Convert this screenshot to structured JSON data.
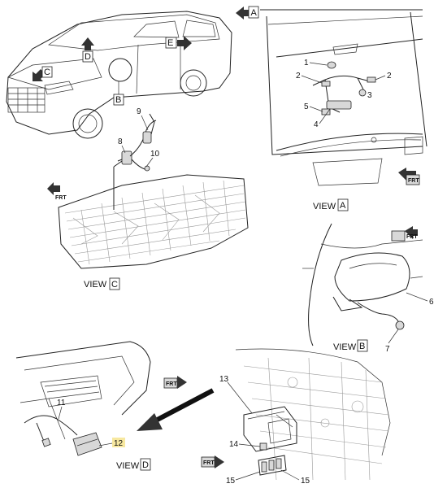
{
  "views": {
    "a": {
      "caption": "VIEW",
      "letter": "A"
    },
    "b": {
      "caption": "VIEW",
      "letter": "B"
    },
    "c": {
      "caption": "VIEW",
      "letter": "C"
    },
    "d": {
      "caption": "VIEW",
      "letter": "D"
    }
  },
  "vehicle_arrows": {
    "a": "A",
    "b": "B",
    "c": "C",
    "d": "D",
    "e": "E"
  },
  "front_marker": "FRT",
  "callouts": [
    "1",
    "2",
    "3",
    "4",
    "5",
    "6",
    "7",
    "8",
    "9",
    "10",
    "11",
    "12",
    "13",
    "14",
    "15"
  ],
  "colors": {
    "line": "#222222",
    "highlight": "#f7e8a0",
    "box_fill": "#ffffff"
  }
}
